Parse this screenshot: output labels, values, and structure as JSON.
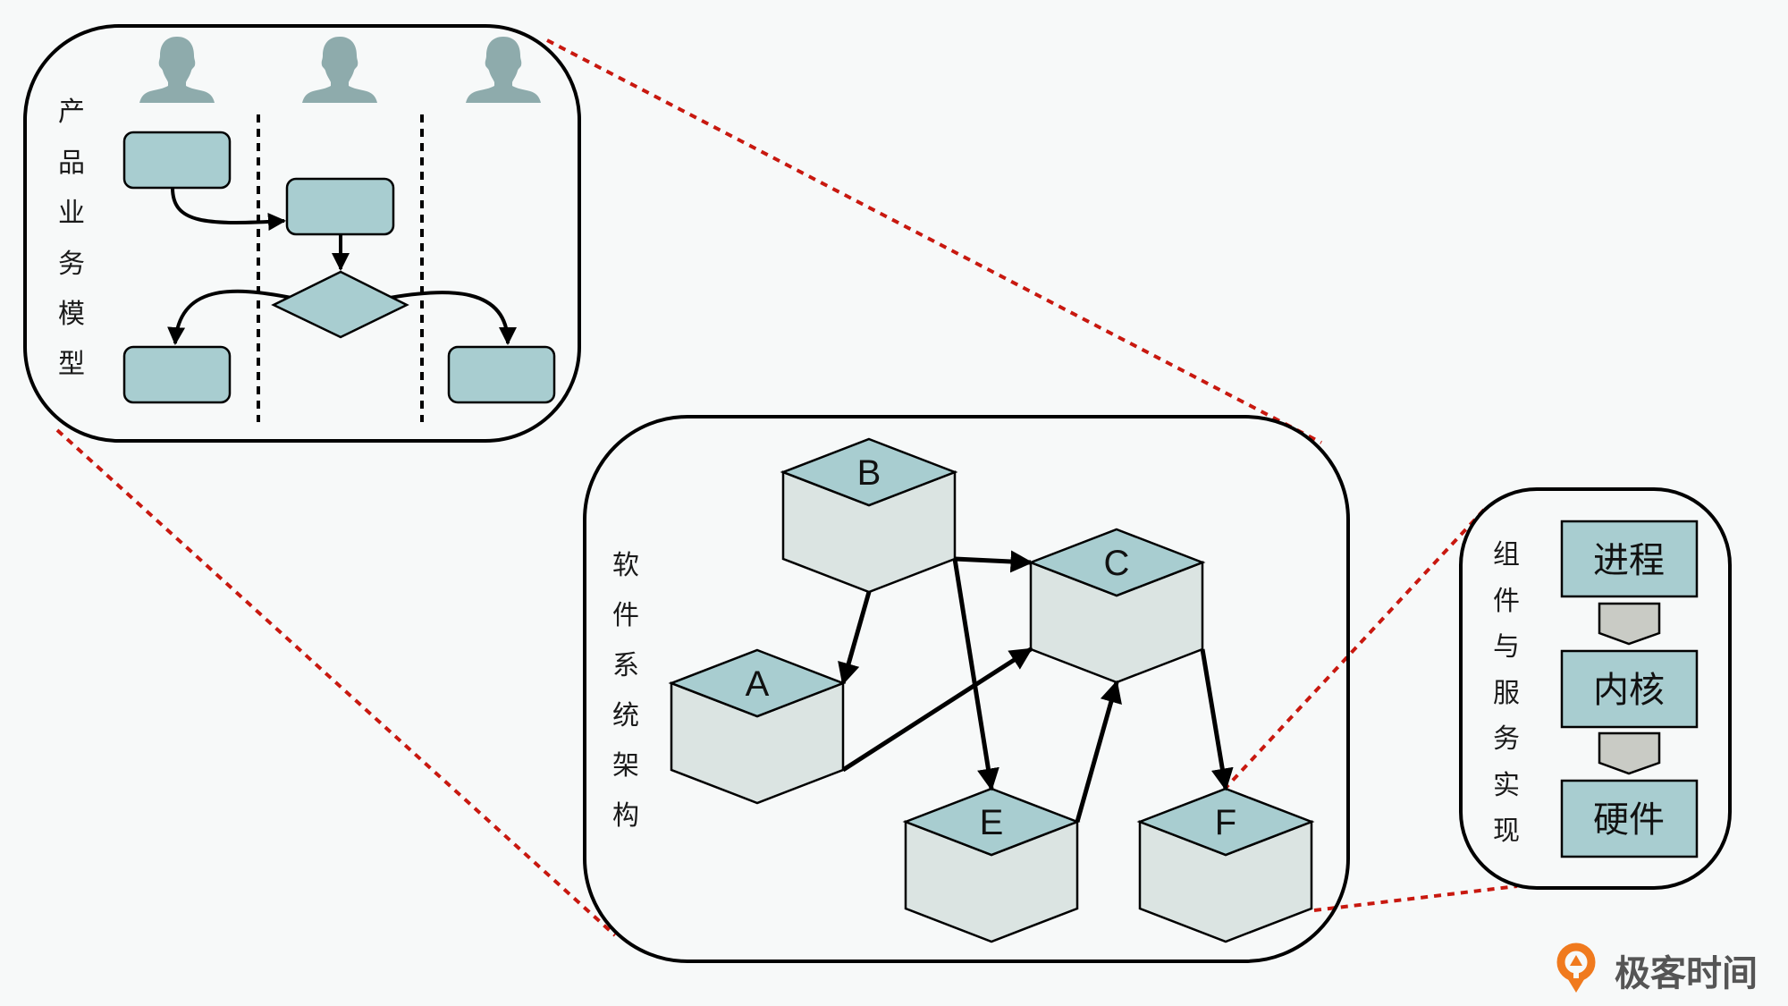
{
  "colors": {
    "background": "#f7f9f9",
    "outline": "#000000",
    "node_fill": "#a8cdd0",
    "cube_side": "#dbe4e2",
    "person": "#8eabac",
    "chevron": "#c9cbc5",
    "zoom_line": "#c8180f",
    "brand_orange": "#f07a1e",
    "brand_text": "#555555"
  },
  "panels": {
    "business": {
      "title_chars": [
        "产",
        "品",
        "业",
        "务",
        "模",
        "型"
      ],
      "title": "产品业务模型",
      "lanes": 3,
      "icons": [
        "person-icon",
        "person-icon",
        "person-icon"
      ]
    },
    "architecture": {
      "title_chars": [
        "软",
        "件",
        "系",
        "统",
        "架",
        "构"
      ],
      "title": "软件系统架构",
      "nodes": [
        "B",
        "C",
        "A",
        "E",
        "F"
      ],
      "edges": [
        {
          "from": "B",
          "to": "A"
        },
        {
          "from": "B",
          "to": "C"
        },
        {
          "from": "B",
          "to": "E"
        },
        {
          "from": "A",
          "to": "C"
        },
        {
          "from": "E",
          "to": "C"
        },
        {
          "from": "C",
          "to": "F"
        }
      ]
    },
    "implementation": {
      "title_chars": [
        "组",
        "件",
        "与",
        "服",
        "务",
        "实",
        "现"
      ],
      "title": "组件与服务实现",
      "layers": [
        "进程",
        "内核",
        "硬件"
      ]
    }
  },
  "brand": {
    "name": "极客时间",
    "icon": "geektime-logo-icon"
  }
}
